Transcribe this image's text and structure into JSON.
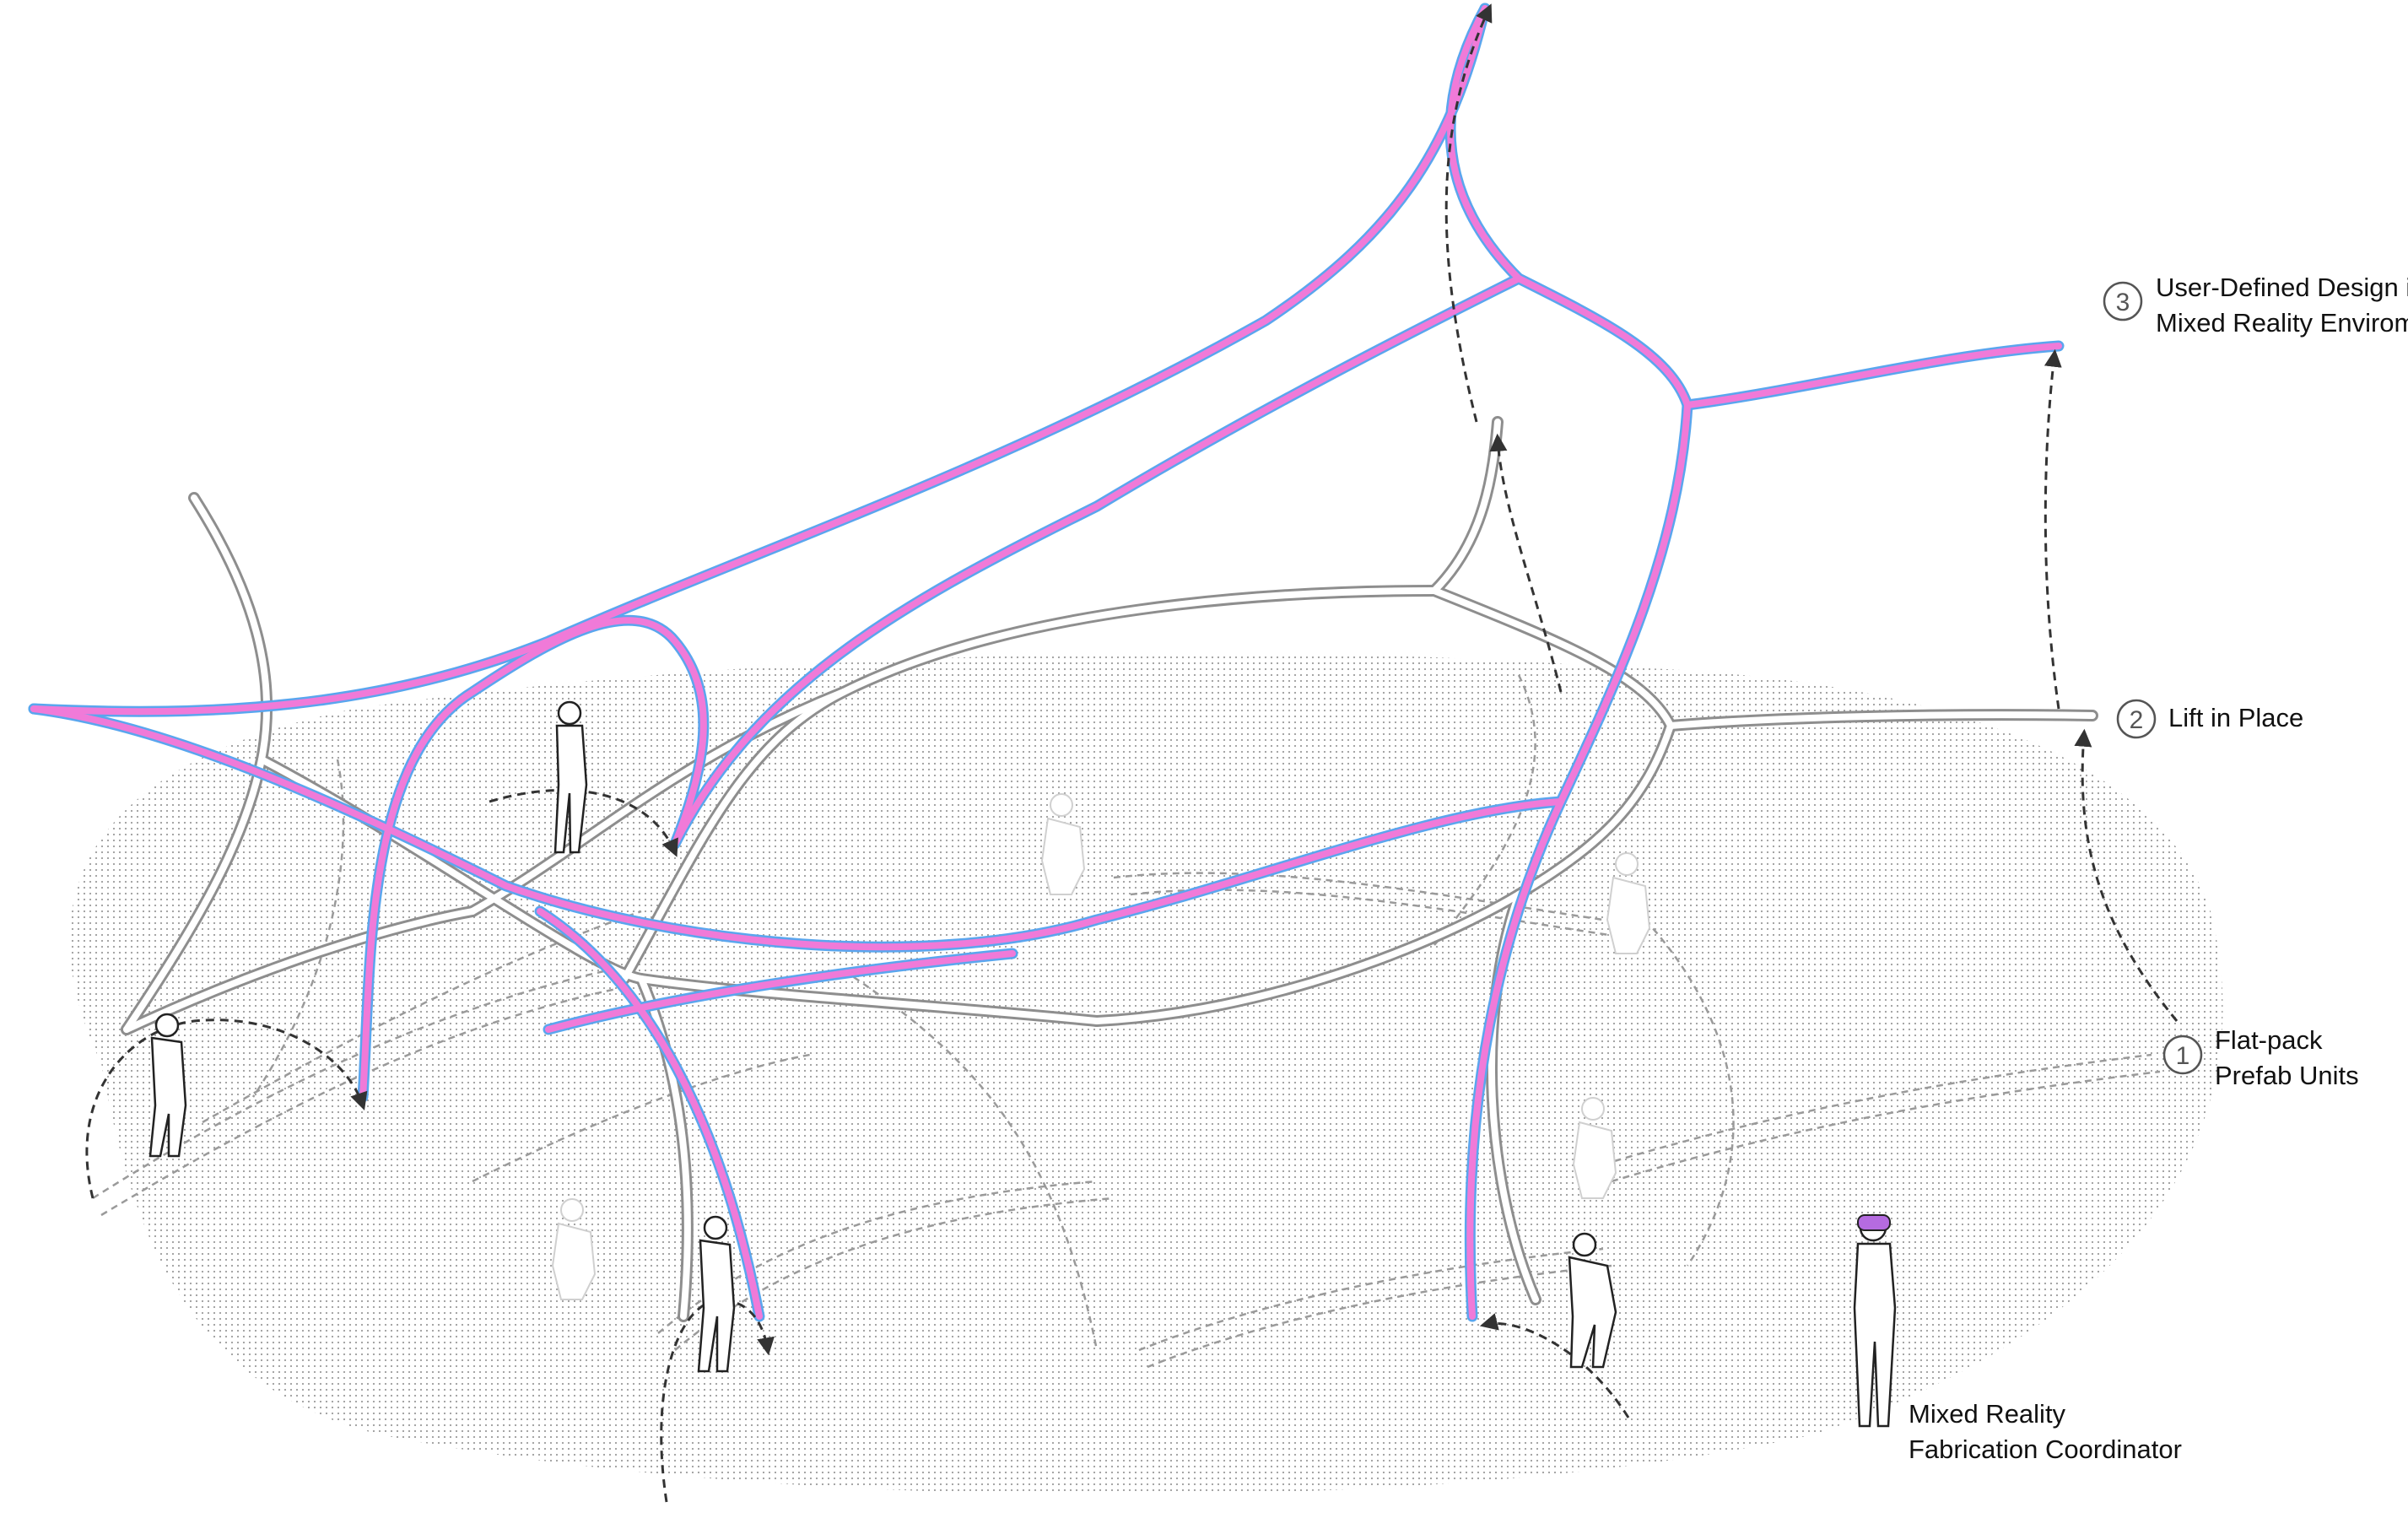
{
  "labels": {
    "step1": {
      "number": "1",
      "line1": "Flat-pack",
      "line2": "Prefab Units"
    },
    "step2": {
      "number": "2",
      "text": "Lift in Place"
    },
    "step3": {
      "number": "3",
      "line1": "User-Defined Design in",
      "line2": "Mixed Reality Enviroment"
    },
    "coordinator": {
      "line1": "Mixed Reality",
      "line2": "Fabrication Coordinator"
    }
  },
  "colors": {
    "ground_dots": "#8a8a8a",
    "structure_gray": "#9a9a9a",
    "design_pink": "#f07ad8",
    "design_blue": "#5aa6ee",
    "arrow": "#333333",
    "figure_outline": "#222222",
    "headset": "#b56be0"
  },
  "icons": {
    "worker": "person-silhouette-icon",
    "ghost_worker": "faded-person-icon",
    "headset": "mixed-reality-headset-icon"
  }
}
